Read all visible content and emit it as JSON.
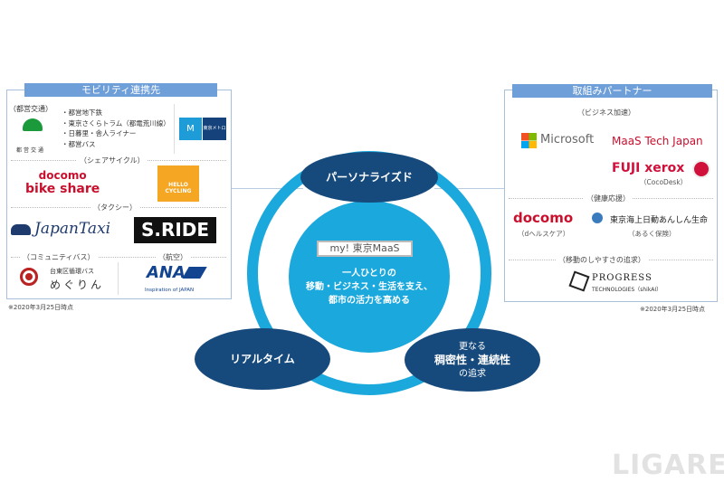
{
  "left_panel": {
    "title": "モビリティ連携先",
    "toei": {
      "category": "（都営交通）",
      "logo_text": "都営交通",
      "lines": [
        "・都営地下鉄",
        "・東京さくらトラム（都電荒川線）",
        "・日暮里・舎人ライナー",
        "・都営バス"
      ]
    },
    "metro_logo": "東京メトロ",
    "share_cycle": {
      "category": "（シェアサイクル）",
      "docomo_top": "docomo",
      "docomo_bottom": "bike share",
      "hello": "HELLO CYCLING"
    },
    "taxi": {
      "category": "（タクシー）",
      "japantaxi": "JapanTaxi",
      "sride": "S.RIDE"
    },
    "community_bus": {
      "category": "（コミュニティバス）",
      "name_top": "台東区循環バス",
      "name": "めぐりん"
    },
    "air": {
      "category": "（航空）",
      "ana": "ANA",
      "ana_sub": "Inspiration of JAPAN"
    },
    "footnote": "※2020年3月25日時点"
  },
  "right_panel": {
    "title": "取組みパートナー",
    "business": {
      "category": "（ビジネス加速）",
      "microsoft": "Microsoft",
      "maas_tech": "MaaS Tech Japan",
      "fuji": "FUJI xerox",
      "fuji_sub": "（CocoDesk）"
    },
    "health": {
      "category": "（健康応援）",
      "docomo": "docomo",
      "docomo_sub": "（dヘルスケア）",
      "tokio": "東京海上日動あんしん生命",
      "tokio_sub": "（あるく保険）"
    },
    "mobility": {
      "category": "（移動のしやすさの追求）",
      "progress": "PROGRESS",
      "progress_sub": "TECHNOLOGIES（shikAI）"
    },
    "footnote": "※2020年3月25日時点"
  },
  "center": {
    "brand": "my! 東京MaaS",
    "lines": [
      "一人ひとりの",
      "移動・ビジネス・生活を支え、",
      "都市の活力を高める"
    ]
  },
  "pillars": {
    "top": "パーソナライズド",
    "left": "リアルタイム",
    "right": [
      "更なる",
      "稠密性・連続性",
      "の追求"
    ]
  },
  "watermark": "LIGARE",
  "colors": {
    "navy": "#174a7c",
    "ring": "#1ba8dc",
    "header": "#6f9fd8",
    "red": "#d0103a"
  }
}
